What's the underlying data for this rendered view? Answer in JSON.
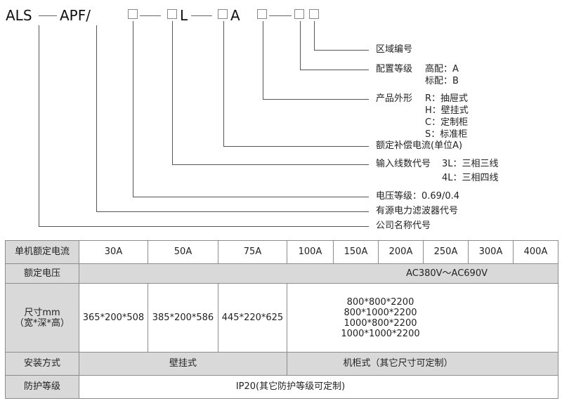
{
  "model_code": {
    "seg1": "ALS",
    "seg2": "APF/",
    "seg3": "L",
    "seg4": "A"
  },
  "legend": {
    "zone_code": "区域编号",
    "config_grade": "配置等级",
    "config_high": "高配：A",
    "config_std": "标配：B",
    "product_form": "产品外形",
    "form_r": "R：抽屉式",
    "form_h": "H：壁挂式",
    "form_c": "C：定制柜",
    "form_s": "S：标准柜",
    "rated_current": "额定补偿电流(单位A)",
    "wire_code": "输入线数代号",
    "wire_3l": "3L：三相三线",
    "wire_4l": "4L：三相四线",
    "voltage_grade": "电压等级：0.69/0.4",
    "filter_code": "有源电力滤波器代号",
    "company_code": "公司名称代号"
  },
  "table": {
    "row_current": {
      "label": "单机额定电流",
      "values": [
        "30A",
        "50A",
        "75A",
        "100A",
        "150A",
        "200A",
        "250A",
        "300A",
        "400A"
      ]
    },
    "row_voltage": {
      "label": "额定电压",
      "value": "AC380V～AC690V"
    },
    "row_size": {
      "label": "尺寸mm",
      "label2": "（宽*深*高）",
      "v30": "365*200*508",
      "v50": "385*200*586",
      "v75": "445*220*625",
      "cabinet": [
        "800*800*2200",
        "800*1000*2200",
        "1000*800*2200",
        "1000*1000*2200"
      ]
    },
    "row_install": {
      "label": "安装方式",
      "wall": "壁挂式",
      "cabinet": "机柜式（其它尺寸可定制）"
    },
    "row_protect": {
      "label": "防护等级",
      "value": "IP20(其它防护等级可定制)"
    }
  }
}
